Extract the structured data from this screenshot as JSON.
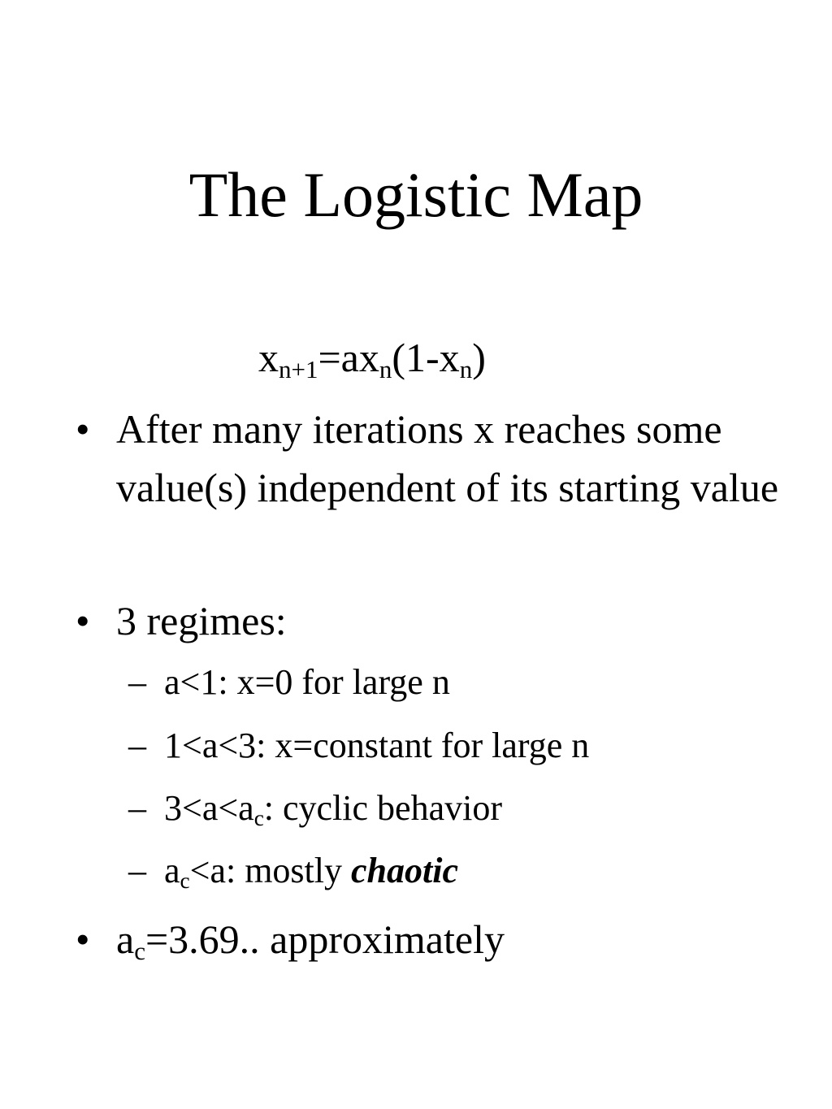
{
  "title": "The Logistic Map",
  "formula": {
    "x": "x",
    "sub_n1": "n+1",
    "eq": "=ax",
    "sub_n_a": "n",
    "mid": "(1-x",
    "sub_n_b": "n",
    "close": ")"
  },
  "bullets": [
    {
      "marker": "•",
      "text": " After many iterations x reaches some value(s) independent of its starting value"
    },
    {
      "marker": "•",
      "text": "3 regimes:"
    }
  ],
  "sub_items": [
    {
      "dash": "–",
      "text": "a<1: x=0 for large n"
    },
    {
      "dash": "–",
      "text": "1<a<3: x=constant for large n"
    },
    {
      "dash": "–",
      "pre": "3<a<a",
      "sub": "c",
      "post": ": cyclic behavior"
    },
    {
      "dash": "–",
      "pre": "a",
      "sub": "c",
      "post": "<a: mostly ",
      "emph": "chaotic"
    }
  ],
  "last_bullet": {
    "marker": "•",
    "pre": "a",
    "sub": "c",
    "post": "=3.69.. approximately"
  }
}
